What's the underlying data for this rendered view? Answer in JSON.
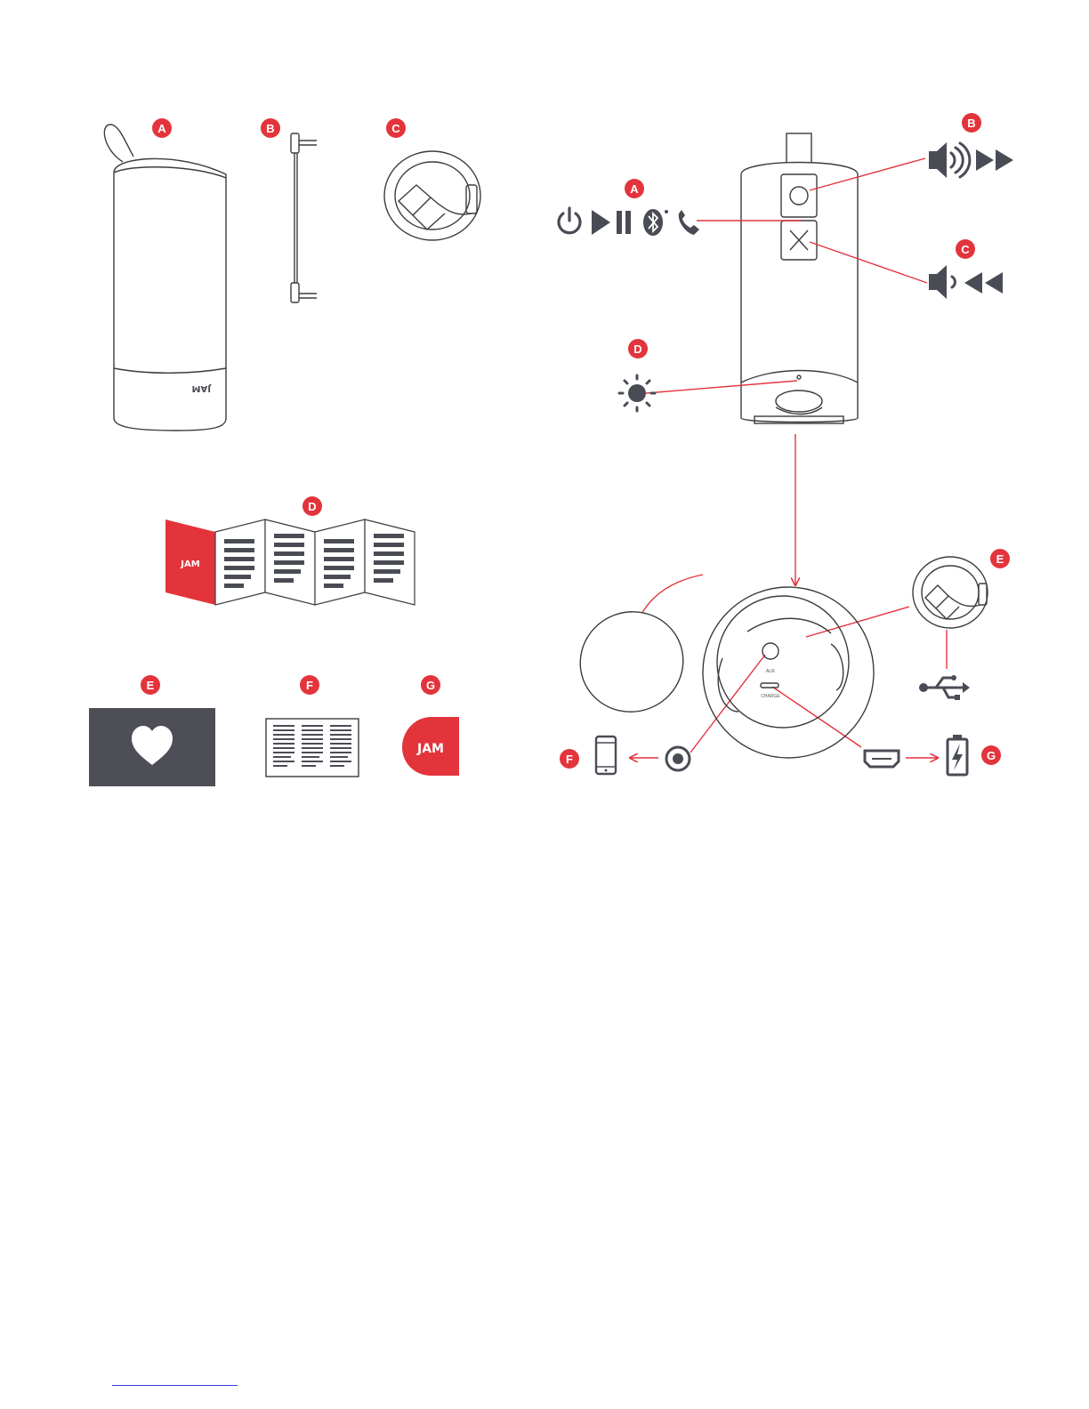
{
  "colors": {
    "accent": "#e3343c",
    "line": "#3c3c3c",
    "icon": "#4a4c55",
    "card": "#4d4e56",
    "red_line": "#e3343c"
  },
  "contents": {
    "badges": {
      "a": "A",
      "b": "B",
      "c": "C",
      "d": "D",
      "e": "E",
      "f": "F",
      "g": "G"
    },
    "speaker_logo": "JAM",
    "manual_logo": "JAM",
    "sticker_logo": "JAM",
    "icons": {
      "speaker": "speaker-illustration",
      "aux_cable": "aux-cable-illustration",
      "usb_cable": "usb-cable-illustration",
      "manual": "folded-manual-illustration",
      "card": "heart-card-illustration",
      "leaflet": "leaflet-illustration",
      "sticker": "jam-sticker-illustration"
    }
  },
  "controls": {
    "badges": {
      "a": "A",
      "b": "B",
      "c": "C",
      "d": "D",
      "e": "E",
      "f": "F",
      "g": "G"
    },
    "ports": {
      "aux": "AUX",
      "charge": "CHARGE"
    },
    "icons": {
      "a": [
        "power-icon",
        "play-icon",
        "pause-icon",
        "bluetooth-icon",
        "phone-icon"
      ],
      "b": [
        "volume-up-icon",
        "fast-forward-icon"
      ],
      "c": [
        "volume-down-icon",
        "rewind-icon"
      ],
      "d": "led-light-icon",
      "e": "usb-icon",
      "f": [
        "smartphone-icon",
        "aux-jack-icon"
      ],
      "g": [
        "charge-port-icon",
        "battery-charging-icon"
      ]
    }
  }
}
